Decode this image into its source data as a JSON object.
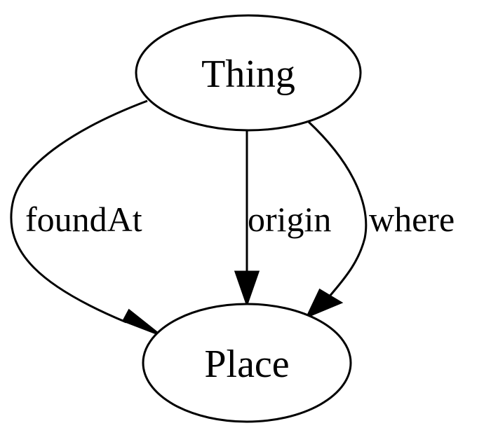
{
  "graph": {
    "nodes": [
      {
        "id": "thing",
        "label": "Thing"
      },
      {
        "id": "place",
        "label": "Place"
      }
    ],
    "edges": [
      {
        "id": "foundAt",
        "from": "thing",
        "to": "place",
        "label": "foundAt"
      },
      {
        "id": "origin",
        "from": "thing",
        "to": "place",
        "label": "origin"
      },
      {
        "id": "where",
        "from": "thing",
        "to": "place",
        "label": "where"
      }
    ]
  }
}
